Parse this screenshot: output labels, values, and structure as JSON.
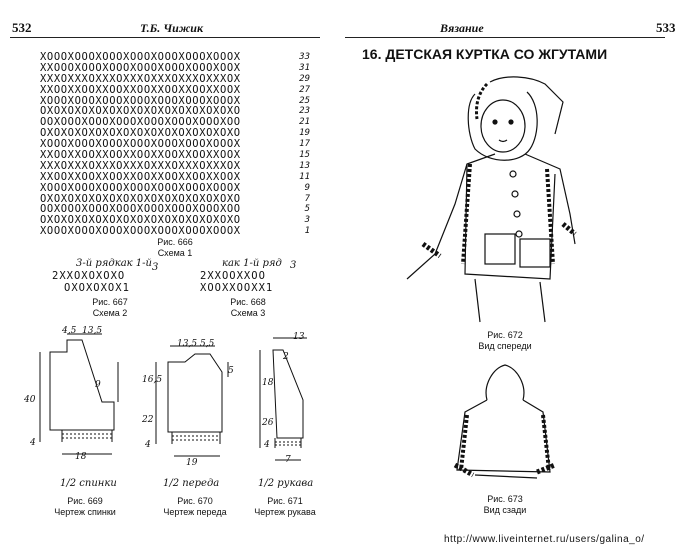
{
  "left_page": {
    "page_number": "532",
    "running_head": "Т.Б. Чижик",
    "grid_rows": [
      {
        "cells": "XOOOXOOOXOOOXOOOXOOOXOOOXOOOX",
        "num": "33"
      },
      {
        "cells": "XXOOOXOOOXOOOXOOOXOOOXOOOXOOX",
        "num": "31"
      },
      {
        "cells": "XXXOXXXOXXXOXXXOXXXOXXXOXXXOX",
        "num": "29"
      },
      {
        "cells": "XXOOXXOOXXOOXXOOXXOOXXOOXXOOX",
        "num": "27"
      },
      {
        "cells": "XOOOXOOOXOOOXOOOXOOOXOOOXOOOX",
        "num": "25"
      },
      {
        "cells": "OXOXOXOXOXOXOXOXOXOXOXOXOXOXO",
        "num": "23"
      },
      {
        "cells": "OOXOOOXOOOXOOOXOOOXOOOXOOOXOO",
        "num": "21"
      },
      {
        "cells": "OXOXOXOXOXOXOXOXOXOXOXOXOXOXO",
        "num": "19"
      },
      {
        "cells": "XOOOXOOOXOOOXOOOXOOOXOOOXOOOX",
        "num": "17"
      },
      {
        "cells": "XXOOXXOOXXOOXXOOXXOOXXOOXXOOX",
        "num": "15"
      },
      {
        "cells": "XXXOXXXOXXXOXXXOXXXOXXXOXXXOX",
        "num": "13"
      },
      {
        "cells": "XXOOXXOOXXOOXXOOXXOOXXOOXXOOX",
        "num": "11"
      },
      {
        "cells": "XOOOXOOOXOOOXOOOXOOOXOOOXOOOX",
        "num": "9"
      },
      {
        "cells": "OXOXOXOXOXOXOXOXOXOXOXOXOXOXO",
        "num": "7"
      },
      {
        "cells": "OOXOOOXOOOXOOOXOOOXOOOXOOOXOO",
        "num": "5"
      },
      {
        "cells": "OXOXOXOXOXOXOXOXOXOXOXOXOXOXO",
        "num": "3"
      },
      {
        "cells": "XOOOXOOOXOOOXOOOXOOOXOOOXOOOX",
        "num": "1"
      }
    ],
    "fig666": {
      "label": "Рис. 666",
      "caption": "Схема 1"
    },
    "scheme2": {
      "note": "3-й рядкак 1-й",
      "row_num_top": "3",
      "row1": "2XXOXOXOXO",
      "row2": "OXOXOXOX1"
    },
    "fig667": {
      "label": "Рис. 667",
      "caption": "Схема 2"
    },
    "scheme3": {
      "note": "как 1-й ряд",
      "row_num_top": "3",
      "row1": "2XXOOXXOO",
      "row2": "XOOXXOOXX1"
    },
    "fig668": {
      "label": "Рис. 668",
      "caption": "Схема 3"
    },
    "fig669": {
      "label": "Рис. 669",
      "caption": "Чертеж спинки",
      "hand": "1/2 спинки",
      "dims": {
        "top1": "4,5",
        "top2": "13,5",
        "height": "40",
        "side": "9",
        "bottom": "4",
        "width": "18"
      }
    },
    "fig670": {
      "label": "Рис. 670",
      "caption": "Чертеж переда",
      "hand": "1/2 переда",
      "dims": {
        "top1": "13,5",
        "top2": "5,5",
        "upper": "16,5",
        "mid": "22",
        "right": "5",
        "bottom": "4",
        "width": "19"
      }
    },
    "fig671": {
      "label": "Рис. 671",
      "caption": "Чертеж рукава",
      "hand": "1/2 рукава",
      "dims": {
        "top": "13",
        "upper": "2",
        "mid": "18",
        "lower": "26",
        "bottom": "4",
        "width": "7"
      }
    }
  },
  "right_page": {
    "page_number": "533",
    "running_head": "Вязание",
    "title": "16. ДЕТСКАЯ КУРТКА СО ЖГУТАМИ",
    "fig672": {
      "label": "Рис. 672",
      "caption": "Вид спереди"
    },
    "fig673": {
      "label": "Рис. 673",
      "caption": "Вид сзади"
    },
    "url": "http://www.liveinternet.ru/users/galina_o/"
  }
}
